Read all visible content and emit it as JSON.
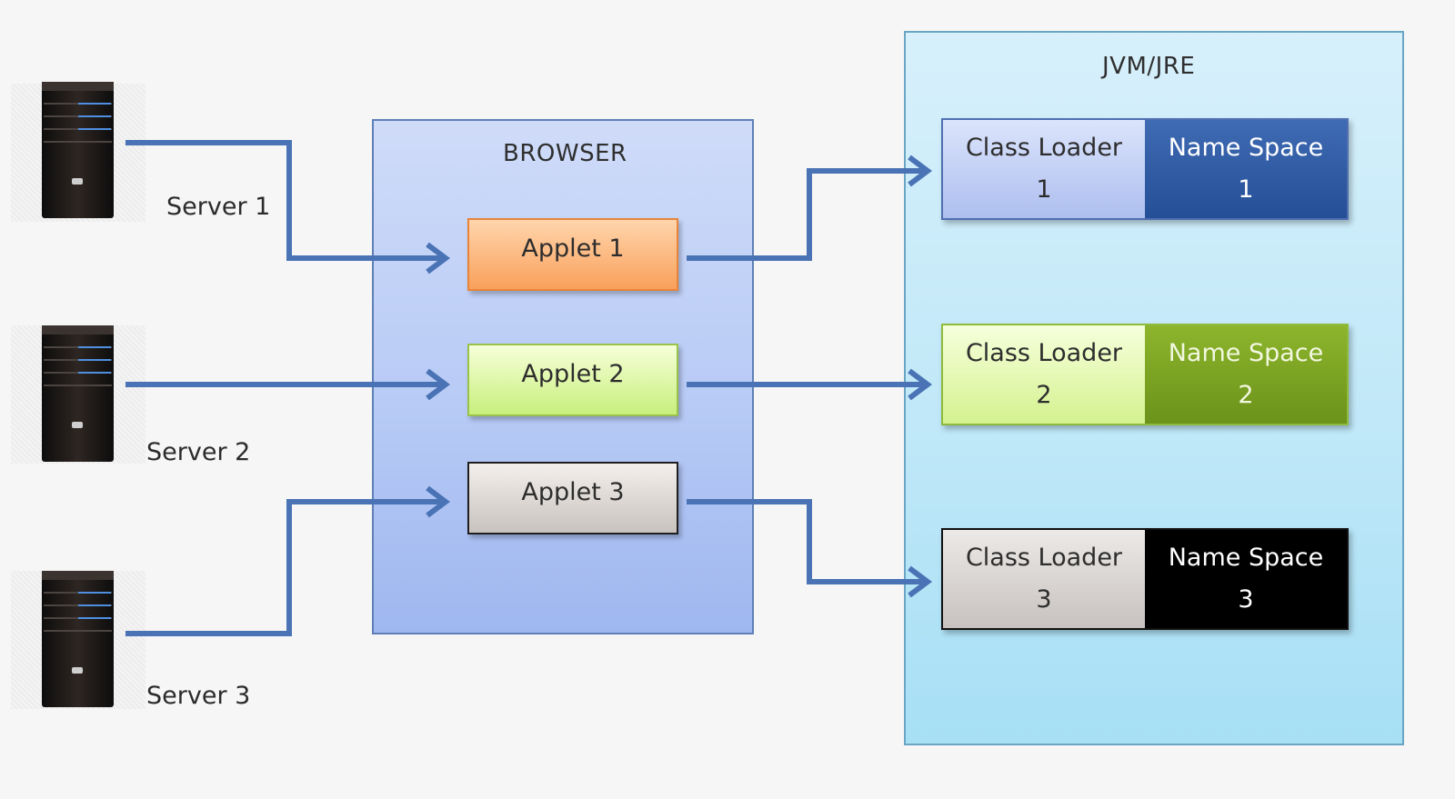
{
  "browser": {
    "title": "BROWSER"
  },
  "jvm": {
    "title": "JVM/JRE"
  },
  "servers": [
    {
      "label": "Server 1"
    },
    {
      "label": "Server 2"
    },
    {
      "label": "Server 3"
    }
  ],
  "applets": [
    {
      "label": "Applet 1"
    },
    {
      "label": "Applet 2"
    },
    {
      "label": "Applet 3"
    }
  ],
  "loaders": [
    {
      "loader_line1": "Class Loader",
      "loader_line2": "1",
      "space_line1": "Name Space",
      "space_line2": "1"
    },
    {
      "loader_line1": "Class Loader",
      "loader_line2": "2",
      "space_line1": "Name Space",
      "space_line2": "2"
    },
    {
      "loader_line1": "Class Loader",
      "loader_line2": "3",
      "space_line1": "Name Space",
      "space_line2": "3"
    }
  ],
  "colors": {
    "connector": "#4a73b5",
    "applet_1": "#f9a05b",
    "applet_2": "#c8ef7c",
    "applet_3": "#c9c3bf",
    "name_space_1": "#2f5aa0",
    "name_space_2": "#7ba323",
    "name_space_3": "#000000"
  }
}
